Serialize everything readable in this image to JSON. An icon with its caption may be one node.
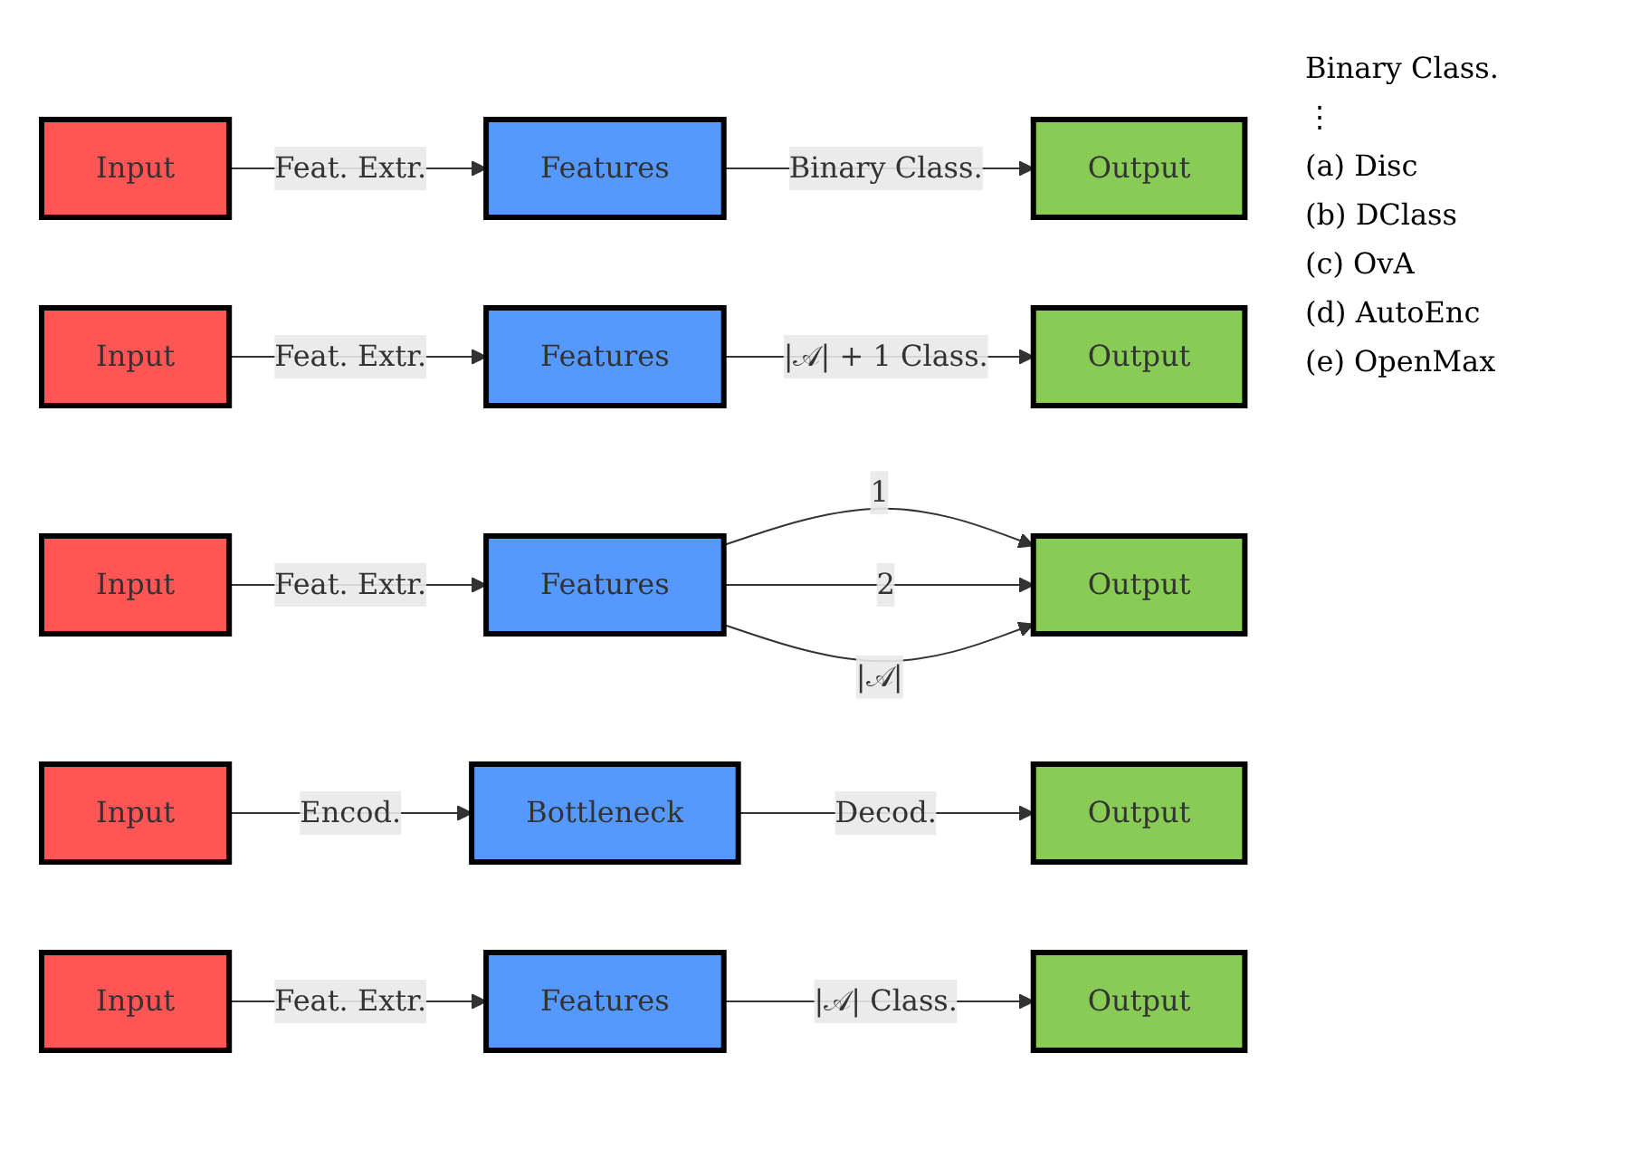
{
  "diagram": {
    "nodes": [
      {
        "text": [
          "Input"
        ]
      },
      {
        "text": [
          "Features"
        ]
      },
      {
        "text": [
          "Output"
        ]
      },
      {
        "text": [
          "Input"
        ]
      },
      {
        "text": [
          "Features"
        ]
      },
      {
        "text": [
          "Output"
        ]
      },
      {
        "text": [
          "Input"
        ]
      },
      {
        "text": [
          "Features"
        ]
      },
      {
        "text": [
          "Output"
        ]
      },
      {
        "text": [
          "Input"
        ]
      },
      {
        "text": [
          "Bottleneck"
        ]
      },
      {
        "text": [
          "Output"
        ]
      },
      {
        "text": [
          "Input"
        ]
      },
      {
        "text": [
          "Features"
        ]
      },
      {
        "text": [
          "Output"
        ]
      }
    ],
    "edges": [
      {
        "from": 0,
        "to": 1,
        "arrow": "to",
        "label": "Feat. Extr."
      },
      {
        "from": 1,
        "to": 2,
        "arrow": "to",
        "label": "Binary Class."
      },
      {
        "from": 3,
        "to": 4,
        "arrow": "to",
        "label": "Feat. Extr."
      },
      {
        "from": 4,
        "to": 5,
        "arrow": "to",
        "label": "|𝒜| + 1 Class."
      },
      {
        "from": 6,
        "to": 7,
        "arrow": "to",
        "label": "Feat. Extr."
      },
      {
        "from": 7,
        "to": 8,
        "arrow": "to",
        "label": "1"
      },
      {
        "from": 7,
        "to": 8,
        "arrow": "to",
        "label": "2"
      },
      {
        "from": 7,
        "to": 8,
        "arrow": "to",
        "label": "|𝒜|"
      },
      {
        "from": 9,
        "to": 10,
        "arrow": "to",
        "label": "Encod."
      },
      {
        "from": 10,
        "to": 11,
        "arrow": "to",
        "label": "Decod."
      },
      {
        "from": 12,
        "to": 13,
        "arrow": "to",
        "label": "Feat. Extr."
      },
      {
        "from": 13,
        "to": 14,
        "arrow": "to",
        "label": "|𝒜| Class."
      }
    ],
    "labels": [
      "Binary Class.",
      "⋮",
      "(a) Disc",
      "(b) DClass",
      "(c) OvA",
      "(d) AutoEnc",
      "(e) OpenMax"
    ]
  }
}
